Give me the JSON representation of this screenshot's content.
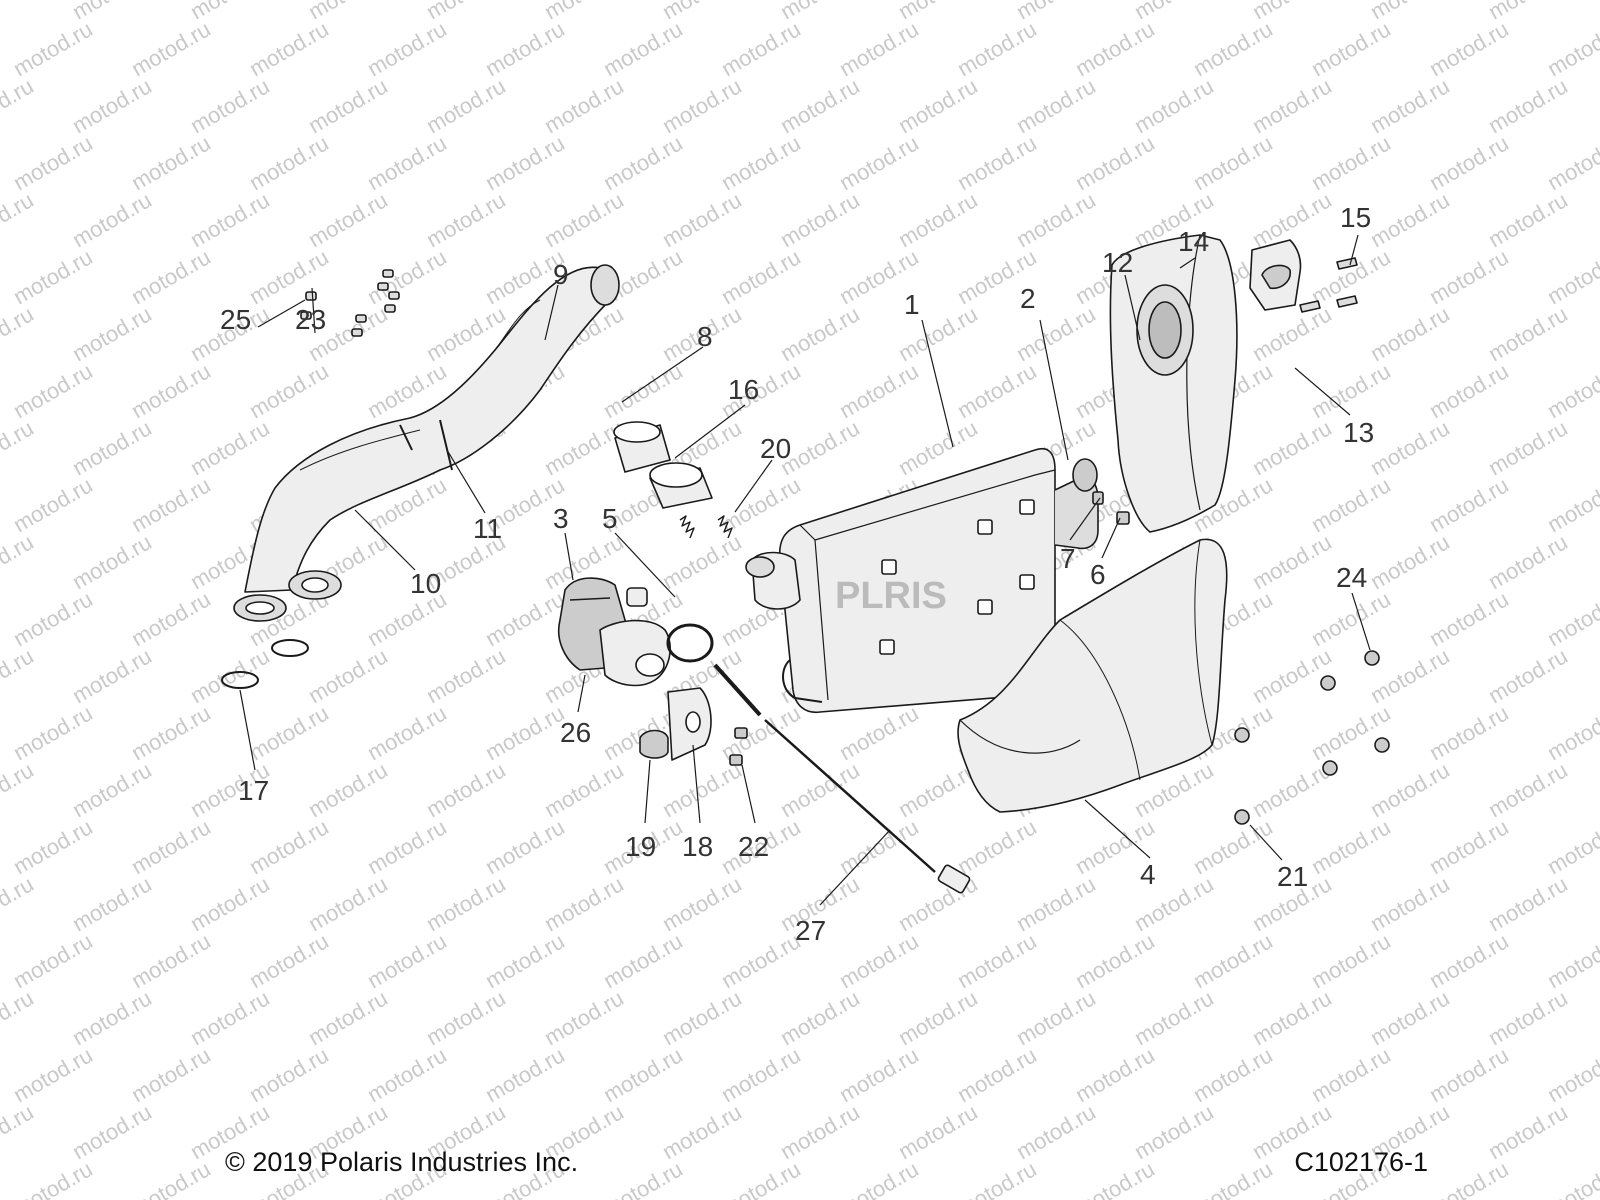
{
  "watermark": {
    "text": "motod.ru",
    "color": "#c9c9c9"
  },
  "brand_mark": "PLRIS",
  "footer": {
    "copyright": "© 2019 Polaris Industries Inc.",
    "diagram_code": "C102176-1"
  },
  "callouts": [
    "1",
    "2",
    "3",
    "4",
    "5",
    "6",
    "7",
    "8",
    "9",
    "10",
    "11",
    "12",
    "13",
    "14",
    "15",
    "16",
    "17",
    "18",
    "19",
    "20",
    "21",
    "22",
    "23",
    "24",
    "25",
    "26",
    "27"
  ],
  "colors": {
    "line": "#1a1a1a",
    "part_fill": "#eeeeee",
    "part_shade": "#cfcfcf",
    "label": "#333333"
  }
}
